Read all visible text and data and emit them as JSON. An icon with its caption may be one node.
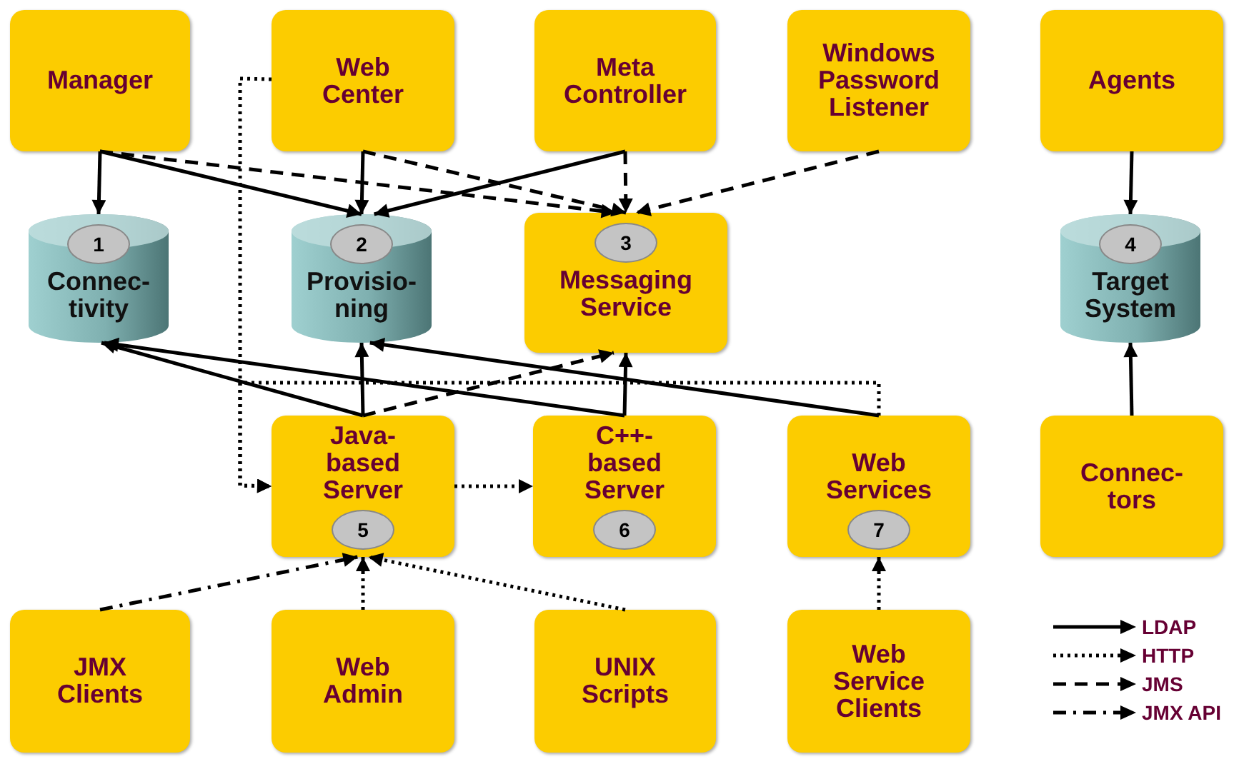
{
  "diagram": {
    "nodes": [
      {
        "text": [
          "Manager"
        ]
      },
      {
        "text": [
          "Web Center"
        ]
      },
      {
        "text": [
          "Meta Controller"
        ]
      },
      {
        "text": [
          "Windows Password Listener"
        ]
      },
      {
        "text": [
          "Agents"
        ]
      },
      {
        "text": [
          "1",
          "Connec- tivity"
        ]
      },
      {
        "text": [
          "2",
          "Provisio- ning"
        ]
      },
      {
        "text": [
          "3",
          "Messaging Service"
        ]
      },
      {
        "text": [
          "4",
          "Target System"
        ]
      },
      {
        "text": [
          "Java- based Server",
          "5"
        ]
      },
      {
        "text": [
          "C++- based Server",
          "6"
        ]
      },
      {
        "text": [
          "Web Services",
          "7"
        ]
      },
      {
        "text": [
          "Connec- tors"
        ]
      },
      {
        "text": [
          "JMX Clients"
        ]
      },
      {
        "text": [
          "Web Admin"
        ]
      },
      {
        "text": [
          "UNIX Scripts"
        ]
      },
      {
        "text": [
          "Web Service Clients"
        ]
      }
    ],
    "edges": [
      {
        "from": 0,
        "to": 5,
        "arrow": "to"
      },
      {
        "from": 0,
        "to": 6,
        "arrow": "to"
      },
      {
        "from": 0,
        "to": 7,
        "arrow": "to",
        "style": "dashed"
      },
      {
        "from": 1,
        "to": 6,
        "arrow": "to"
      },
      {
        "from": 1,
        "to": 7,
        "arrow": "to",
        "style": "dashed"
      },
      {
        "from": 1,
        "to": 9,
        "arrow": "to",
        "style": "dashed"
      },
      {
        "from": 2,
        "to": 6,
        "arrow": "to"
      },
      {
        "from": 2,
        "to": 7,
        "arrow": "to",
        "style": "dashed"
      },
      {
        "from": 3,
        "to": 7,
        "arrow": "to",
        "style": "dashed"
      },
      {
        "from": 4,
        "to": 8,
        "arrow": "to"
      },
      {
        "from": 12,
        "to": 8,
        "arrow": "to"
      },
      {
        "from": 9,
        "to": 5,
        "arrow": "to"
      },
      {
        "from": 9,
        "to": 6,
        "arrow": "to"
      },
      {
        "from": 9,
        "to": 7,
        "arrow": "to",
        "style": "dashed"
      },
      {
        "from": 10,
        "to": 5,
        "arrow": "to"
      },
      {
        "from": 10,
        "to": 7,
        "arrow": "to"
      },
      {
        "from": 11,
        "to": 6,
        "arrow": "to"
      },
      {
        "from": 11,
        "to": 9,
        "arrow": "to",
        "style": "dashed"
      },
      {
        "from": 9,
        "to": 10,
        "arrow": "to",
        "style": "dashed"
      },
      {
        "from": 13,
        "to": 9,
        "arrow": "to",
        "style": "dashed"
      },
      {
        "from": 14,
        "to": 9,
        "arrow": "to",
        "style": "dashed"
      },
      {
        "from": 15,
        "to": 9,
        "arrow": "to",
        "style": "dashed"
      },
      {
        "from": 16,
        "to": 11,
        "arrow": "to",
        "style": "dashed"
      }
    ],
    "legend": [
      {
        "text": "LDAP"
      },
      {
        "text": "HTTP"
      },
      {
        "text": "JMS"
      },
      {
        "text": "JMX API"
      }
    ]
  }
}
